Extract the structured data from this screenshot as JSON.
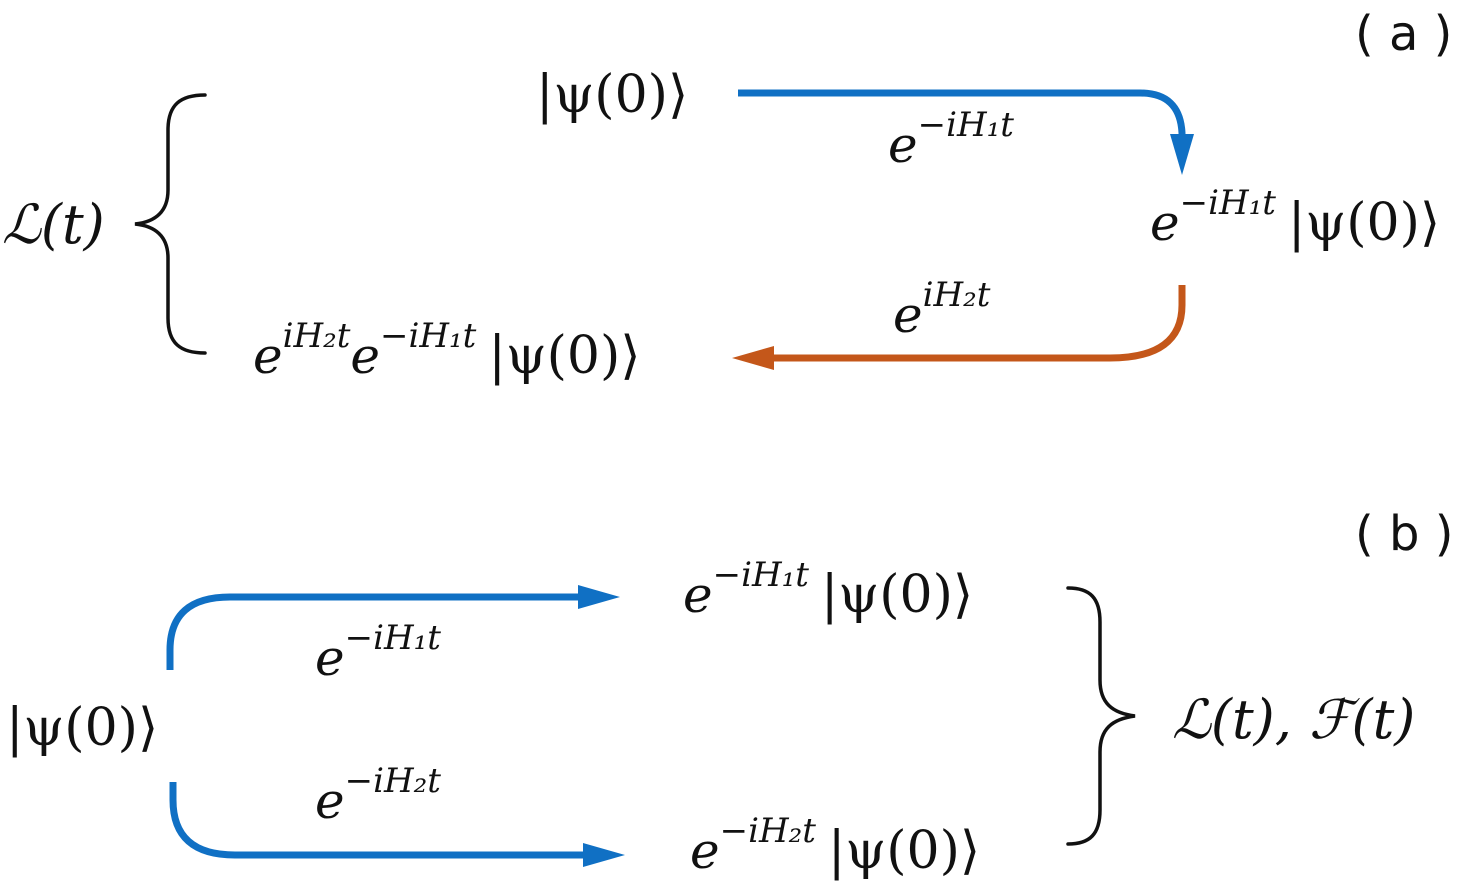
{
  "colors": {
    "blue": "#1070c4",
    "orange": "#c4571a",
    "ink": "#111111",
    "background": "#ffffff"
  },
  "panel_a": {
    "label": "( a )",
    "ket": "|ψ(0)⟩",
    "step1_operator": {
      "base": "e",
      "exponent": "−iH₁t"
    },
    "intermediate_state": {
      "base": "e",
      "exponent": "−iH₁t",
      "ket": "|ψ(0)⟩"
    },
    "step2_operator": {
      "base": "e",
      "exponent": "iH₂t"
    },
    "final_state": {
      "base1": "e",
      "exponent1": "iH₂t",
      "base2": "e",
      "exponent2": "−iH₁t",
      "ket": "|ψ(0)⟩"
    },
    "quantity": "ℒ(t)"
  },
  "panel_b": {
    "label": "( b )",
    "ket": "|ψ(0)⟩",
    "upper_operator": {
      "base": "e",
      "exponent": "−iH₁t"
    },
    "upper_state": {
      "base": "e",
      "exponent": "−iH₁t",
      "ket": "|ψ(0)⟩"
    },
    "lower_operator": {
      "base": "e",
      "exponent": "−iH₂t"
    },
    "lower_state": {
      "base": "e",
      "exponent": "−iH₂t",
      "ket": "|ψ(0)⟩"
    },
    "quantities": "ℒ(t), ℱ(t)"
  }
}
